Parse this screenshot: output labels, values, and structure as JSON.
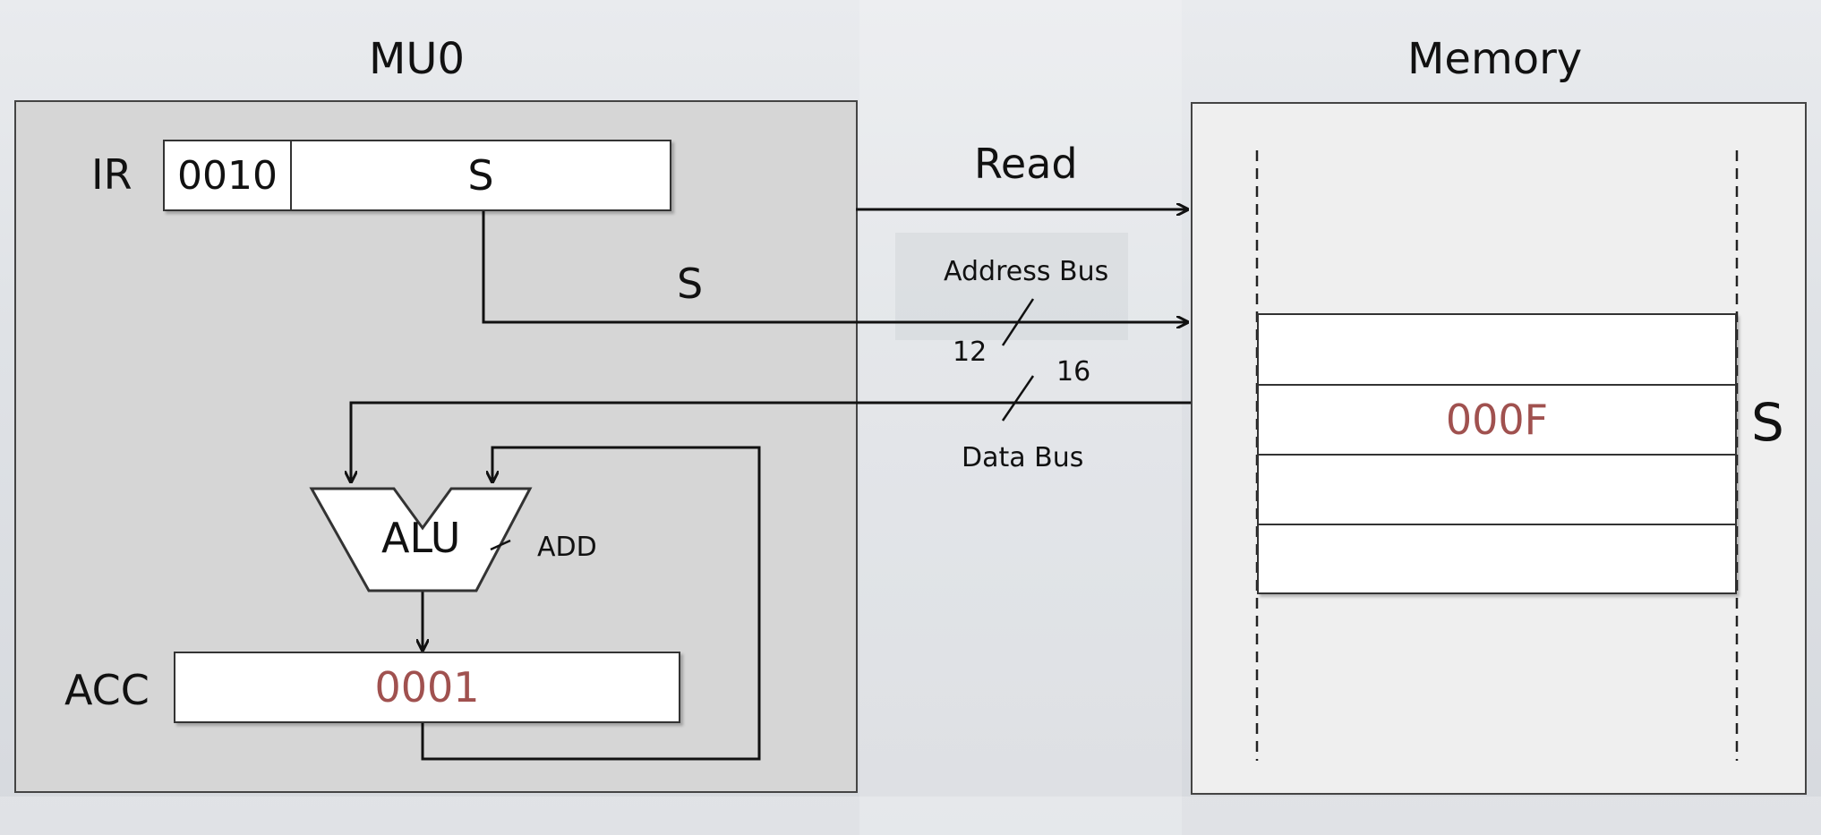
{
  "mu0": {
    "title": "MU0",
    "ir_label": "IR",
    "ir_opcode": "0010",
    "ir_operand": "S",
    "alu_label": "ALU",
    "alu_op": "ADD",
    "acc_label": "ACC",
    "acc_value": "0001",
    "address_label": "S"
  },
  "memory": {
    "title": "Memory",
    "rows": [
      "",
      "000F",
      "",
      ""
    ],
    "row_pointer_label": "S"
  },
  "signals": {
    "read": "Read",
    "address_bus": "Address Bus",
    "address_width": "12",
    "data_width": "16",
    "data_bus": "Data Bus"
  },
  "colors": {
    "value_text": "#a0514f",
    "cpu_fill": "#d6d6d6",
    "memory_fill": "#efefef"
  }
}
